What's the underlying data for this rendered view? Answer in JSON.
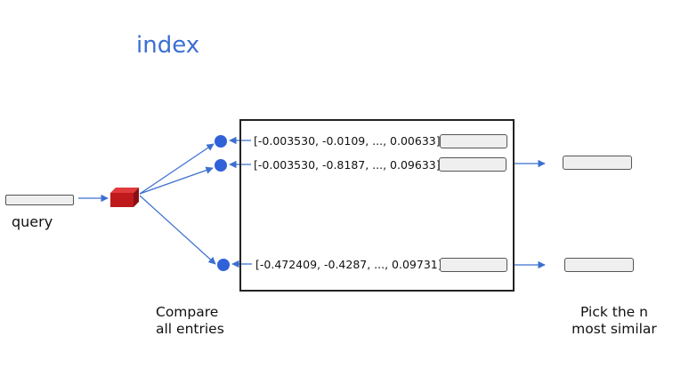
{
  "title": "index",
  "query_label": "query",
  "compare_label": [
    "Compare",
    "all entries"
  ],
  "pick_label": [
    "Pick the n",
    "most similar"
  ],
  "entries": [
    {
      "vector": "[-0.003530, -0.0109, ..., 0.00633]"
    },
    {
      "vector": "[-0.003530, -0.8187, ..., 0.09633]"
    },
    {
      "vector": "[-0.472409, -0.4287, ..., 0.09731]"
    }
  ],
  "colors": {
    "title": "#3b6fd0",
    "arrow": "#3b6fd0",
    "dot": "#2f62d8",
    "query_cube": "#c0191c",
    "slot_fill": "#efefef"
  }
}
